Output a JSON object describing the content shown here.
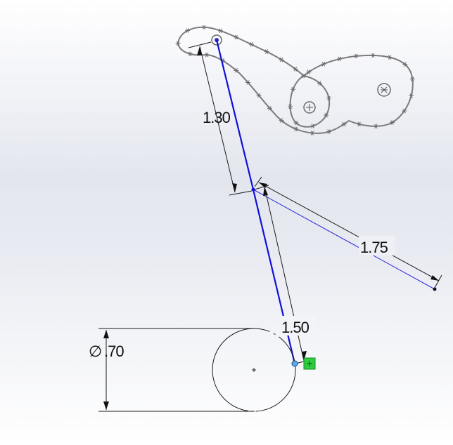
{
  "sketch": {
    "dimensions": {
      "link_upper": "1.30",
      "link_lower": "1.50",
      "arm": "1.75",
      "circle_diameter": ".70"
    },
    "diameter_symbol": "∅"
  },
  "colors": {
    "link": "#1010d8",
    "trace_curve": "#7b7b7b",
    "fixed_marker": "#2ecc40"
  }
}
